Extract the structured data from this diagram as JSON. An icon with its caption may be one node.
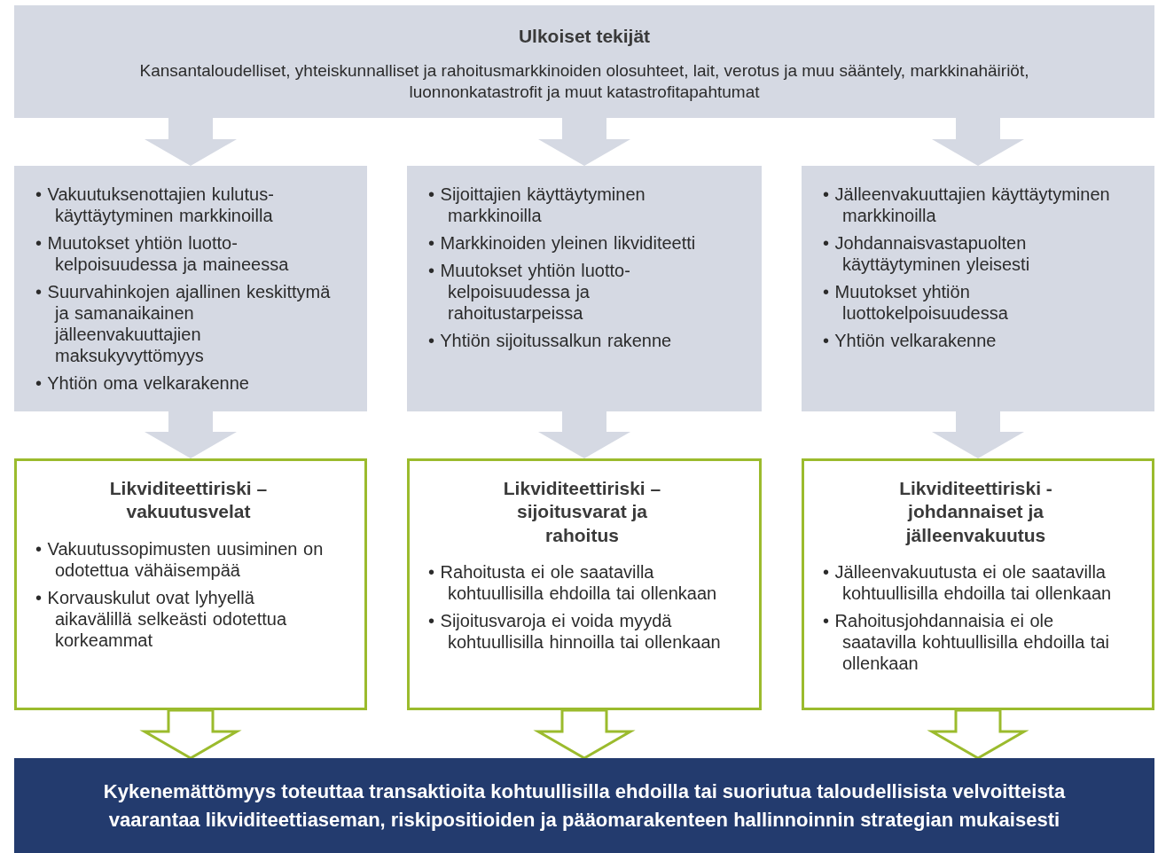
{
  "diagram": {
    "nodes": [
      {
        "text": [
          "Ulkoiset tekijät",
          "Kansantaloudelliset, yhteiskunnalliset ja rahoitusmarkkinoiden olosuhteet, lait, verotus ja muu sääntely, markkinahäiriöt, luonnonkatastrofit ja muut katastrofitapahtumat"
        ]
      },
      {
        "text": [
          "• Vakuutuksenottajien kulutus-käyttäytyminen markkinoilla",
          "• Muutokset yhtiön luotto-kelpoisuudessa ja maineessa",
          "• Suurvahinkojen ajallinen keskittymä ja samanaikainen jälleenvakuuttajien maksukyvyttömyys",
          "• Yhtiön oma velkarakenne"
        ]
      },
      {
        "text": [
          "• Sijoittajien käyttäytyminen markkinoilla",
          "• Markkinoiden yleinen likviditeetti",
          "• Muutokset yhtiön luotto-kelpoisuudessa ja rahoitustarpeissa",
          "• Yhtiön sijoitussalkun rakenne"
        ]
      },
      {
        "text": [
          "• Jälleenvakuuttajien käyttäytyminen markkinoilla",
          "• Johdannaisvastapuolten käyttäytyminen yleisesti",
          "• Muutokset yhtiön luottokelpoisuudessa",
          "• Yhtiön velkarakenne"
        ]
      },
      {
        "text": [
          "Likviditeettiriski – vakuutusvelat",
          "• Vakuutussopimusten uusiminen on odotettua vähäisempää",
          "• Korvauskulut ovat lyhyellä aikavälillä selkeästi odotettua korkeammat"
        ]
      },
      {
        "text": [
          "Likviditeettiriski – sijoitusvarat ja rahoitus",
          "• Rahoitusta ei ole saatavilla kohtuullisilla ehdoilla tai ollenkaan",
          "• Sijoitusvaroja ei voida myydä kohtuullisilla hinnoilla tai ollenkaan"
        ]
      },
      {
        "text": [
          "Likviditeettiriski - johdannaiset ja jälleenvakuutus",
          "• Jälleenvakuutusta ei ole saatavilla kohtuullisilla ehdoilla tai ollenkaan",
          "• Rahoitusjohdannaisia ei ole saatavilla kohtuullisilla ehdoilla tai ollenkaan"
        ]
      },
      {
        "text": [
          "Kykenemättömyys toteuttaa transaktioita kohtuullisilla ehdoilla tai suoriutua taloudellisista velvoitteista vaarantaa likviditeettiaseman, riskipositioiden ja pääomarakenteen hallinnoinnin strategian mukaisesti"
        ]
      }
    ],
    "edges": [
      {
        "from": 0,
        "to": 1,
        "arrow": "to"
      },
      {
        "from": 0,
        "to": 2,
        "arrow": "to"
      },
      {
        "from": 0,
        "to": 3,
        "arrow": "to"
      },
      {
        "from": 1,
        "to": 4,
        "arrow": "to"
      },
      {
        "from": 2,
        "to": 5,
        "arrow": "to"
      },
      {
        "from": 3,
        "to": 6,
        "arrow": "to"
      },
      {
        "from": 4,
        "to": 7,
        "arrow": "to",
        "color": "#9bbb2d"
      },
      {
        "from": 5,
        "to": 7,
        "arrow": "to",
        "color": "#9bbb2d"
      },
      {
        "from": 6,
        "to": 7,
        "arrow": "to",
        "color": "#9bbb2d"
      }
    ]
  }
}
